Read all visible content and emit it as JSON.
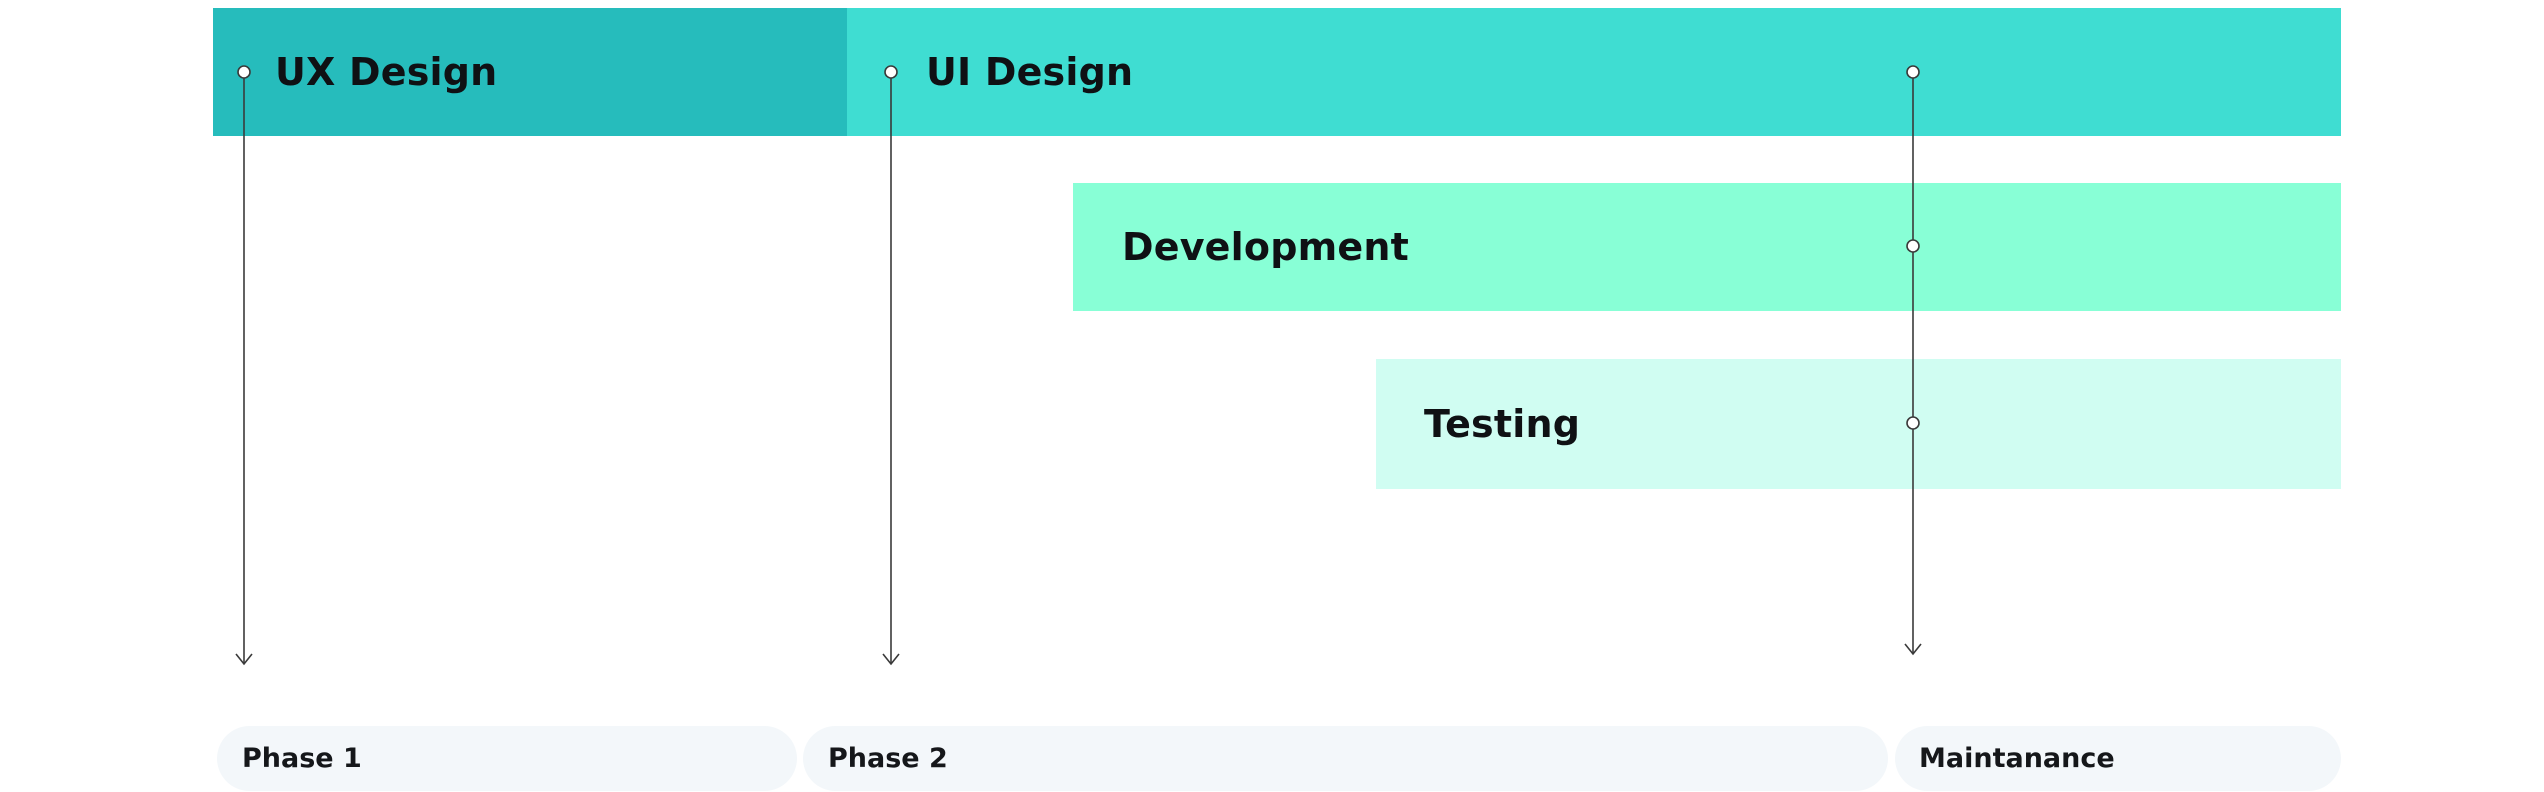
{
  "bars": {
    "ux_design": {
      "label": "UX Design",
      "color": "#26bcbc"
    },
    "ui_design": {
      "label": "UI Design",
      "color": "#3fddd2"
    },
    "development": {
      "label": "Development",
      "color": "#88ffd6"
    },
    "testing": {
      "label": "Testing",
      "color": "#d0fdf2"
    }
  },
  "phases": [
    {
      "label": "Phase 1"
    },
    {
      "label": "Phase 2"
    },
    {
      "label": "Maintanance"
    }
  ],
  "colors": {
    "phase_pill": "#f3f7fa",
    "connector_line": "#3a3a3a"
  }
}
